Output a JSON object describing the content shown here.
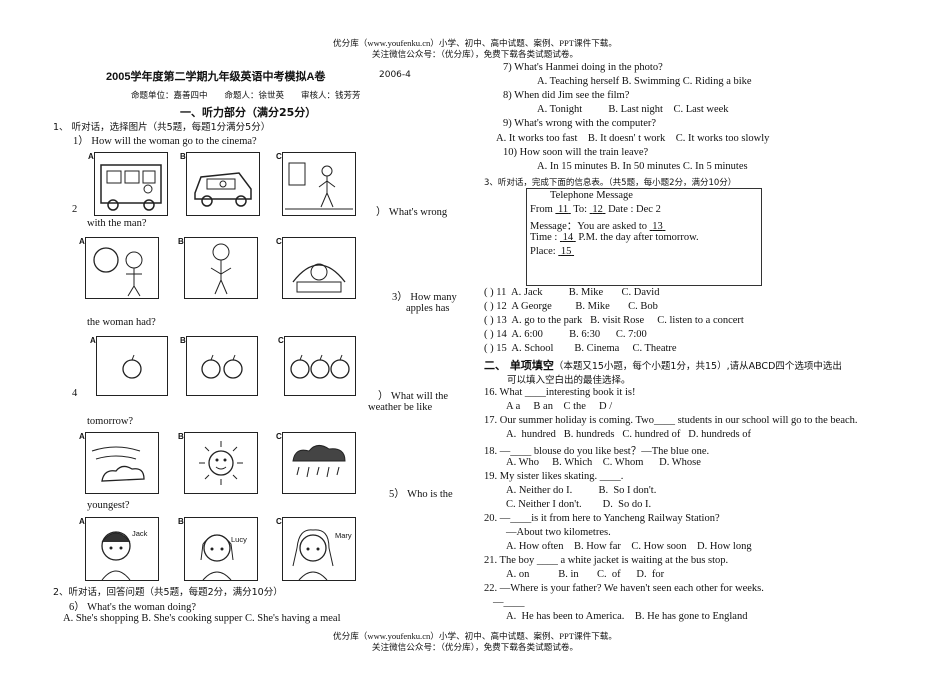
{
  "header": {
    "line1": "优分库（www.youfenku.cn）小学、初中、高中试题、案例、PPT课件下载。",
    "line2": "关注微信公众号：（优分库），免费下载各类试题试卷。"
  },
  "footer": {
    "line1": "优分库（www.youfenku.cn）小学、初中、高中试题、案例、PPT课件下载。",
    "line2": "关注微信公众号：（优分库），免费下载各类试题试卷。"
  },
  "exam": {
    "title": "2005学年度第二学期九年级英语中考模拟A卷",
    "date": "2006-4",
    "meta": "命题单位：嘉善四中　　命题人：徐世英　　审核人：钱芳芳",
    "part1": "一、听力部分（满分25分）"
  },
  "left": {
    "s1": "1、 听对话，选择图片（共5题，每题1分满分5分）",
    "q1": "1） How will the woman go to the cinema?",
    "q2_num": "2",
    "q2_text": "） What's wrong",
    "q2_tail": "with the man?",
    "q3_a": "3） How many",
    "q3_b": "apples has",
    "q3_tail": "the woman had?",
    "q4_num": "4",
    "q4_a": "） What will the",
    "q4_b": "weather be like",
    "q4_tail": "tomorrow?",
    "q5_a": "5） Who is the",
    "q5_tail": "youngest?",
    "s2": "2、听对话，回答问题（共5题，每题2分，满分10分）",
    "q6": "6） What's the woman doing?",
    "q6_opts": "A. She's shopping   B. She's cooking supper  C. She's having a meal",
    "names": {
      "a": "Jack",
      "b": "Lucy",
      "c": "Mary"
    },
    "letters": [
      "A.",
      "B.",
      "C."
    ]
  },
  "right": {
    "q7": "7) What's Hanmei doing in the photo?",
    "q7_opts": "A. Teaching herself   B. Swimming   C. Riding a bike",
    "q8": "8) When did Jim see the film?",
    "q8_opts": "A. Tonight          B. Last night    C. Last week",
    "q9": "9) What's wrong with the computer?",
    "q9_opts": "A. It works too fast    B. It doesn' t work    C. It works too slowly",
    "q10": "10) How soon will the train leave?",
    "q10_opts": "A. In 15 minutes   B. In 50 minutes   C. In 5 minutes",
    "s3": "3、听对话，完成下面的信息表。（共5题，每小题2分，满分10分）",
    "tm_title": "Telephone  Message",
    "tm_from": "From",
    "tm_11": "11",
    "tm_to": "To:",
    "tm_12": "12",
    "tm_date": "Date : Dec 2",
    "tm_msg": "Message：You are asked to",
    "tm_13": "13",
    "tm_time": "Time :",
    "tm_14": "14",
    "tm_time2": "P.M. the day after tomorrow.",
    "tm_place": "Place:",
    "tm_15": "15",
    "q11": "( ) 11  A. Jack          B. Mike       C. David",
    "q12": "( ) 12  A George         B. Mike       C. Bob",
    "q13": "( ) 13  A. go to the park   B. visit Rose     C. listen to a concert",
    "q14": "( ) 14  A. 6:00          B. 6:30      C. 7:00",
    "q15": "( ) 15  A. School        B. Cinema     C. Theatre",
    "s4_title": "二、 单项填空",
    "s4_desc": "（本题又15小题，每个小题1分，共15）,请从ABCD四个选项中选出",
    "s4_desc2": "可以填入空白出的最佳选择。",
    "q16": "16. What ____interesting book it is!",
    "q16_opts": "A a     B an    C the     D /",
    "q17": "17. Our summer holiday is coming. Two____ students in our school will go to the beach.",
    "q17_opts": "A.  hundred   B. hundreds   C. hundred of   D. hundreds of",
    "q18": "18. —____ blouse do you like best？—The blue one.",
    "q18_opts": "A. Who     B. Which    C. Whom      D. Whose",
    "q19": "19. My sister likes skating. ____.",
    "q19_opts1": "A. Neither do I.          B.  So I don't.",
    "q19_opts2": "C. Neither I don't.        D.  So do I.",
    "q20": "20. —____is it from here to Yancheng Railway Station?",
    "q20_b": "—About two kilometres.",
    "q20_opts": "A. How often    B. How far    C. How soon    D. How long",
    "q21": "21. The boy ____ a white jacket is waiting at the bus stop.",
    "q21_opts": "A. on           B. in       C.  of      D.  for",
    "q22": "22. —Where is your father?  We haven't seen each other for weeks.",
    "q22_b": "—____",
    "q22_opts": "A.  He has been to America.    B. He has gone to England"
  }
}
